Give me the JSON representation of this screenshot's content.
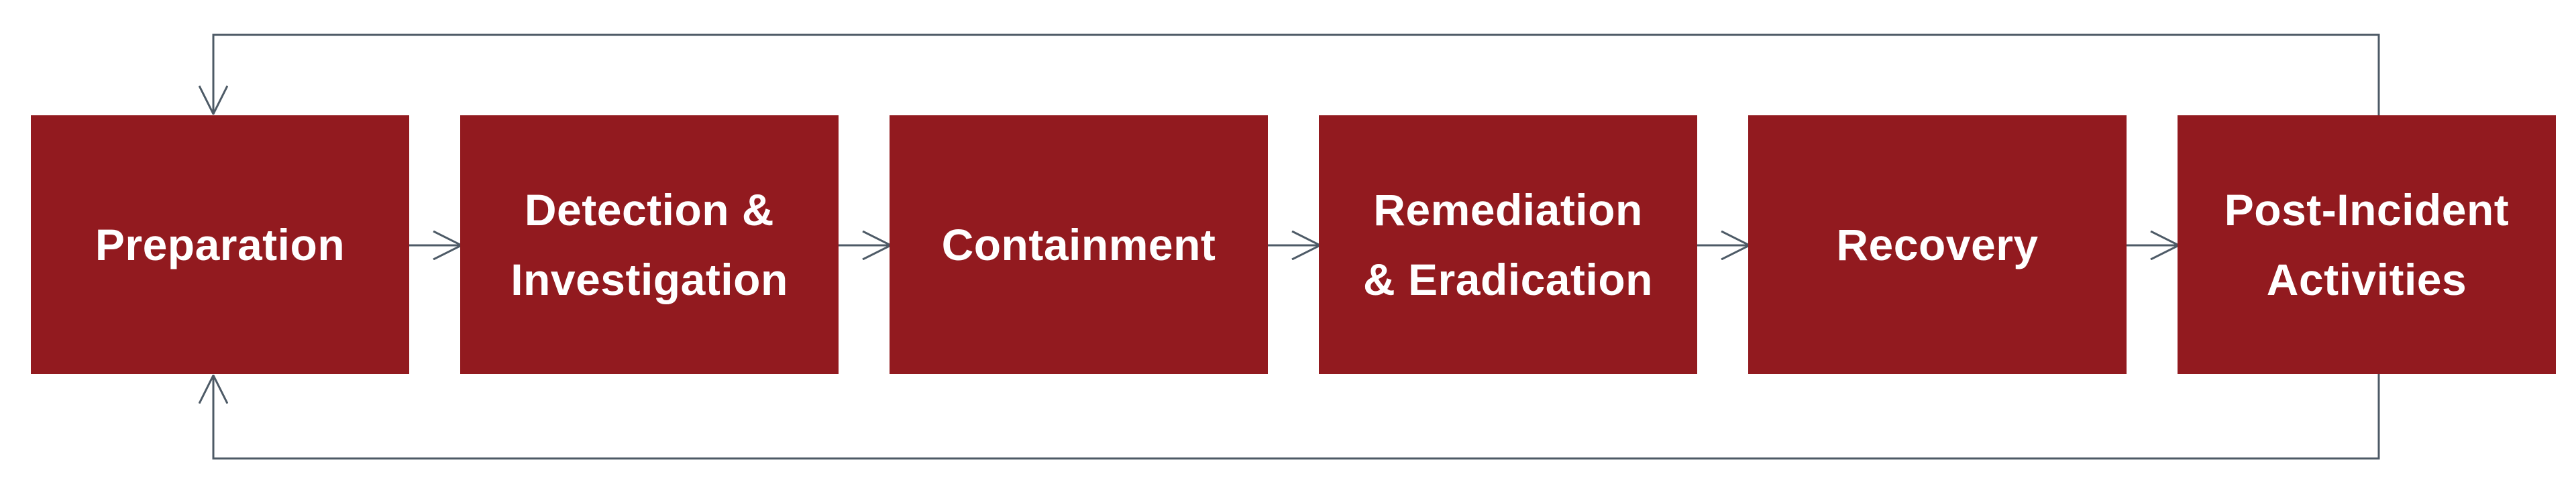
{
  "colors": {
    "box": "#921a1f",
    "box_text": "#ffffff",
    "connector": "#4d5a66"
  },
  "steps": [
    {
      "label": "Preparation"
    },
    {
      "label": "Detection &\nInvestigation"
    },
    {
      "label": "Containment"
    },
    {
      "label": "Remediation\n& Eradication"
    },
    {
      "label": "Recovery"
    },
    {
      "label": "Post-Incident\nActivities"
    }
  ]
}
